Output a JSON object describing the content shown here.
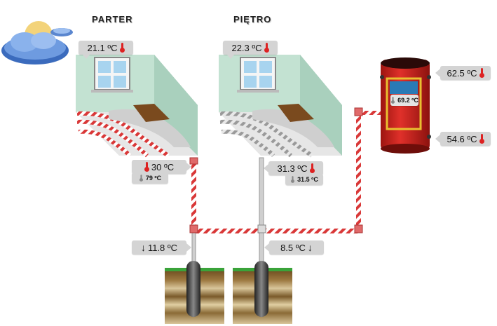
{
  "rooms": {
    "parter": {
      "title": "PARTER",
      "room_temp": "21.1 ºC",
      "floor_temp": "30 ºC",
      "return_temp": "79 ºC"
    },
    "pietro": {
      "title": "PIĘTRO",
      "room_temp": "22.3 ºC",
      "floor_temp": "31.3 ºC",
      "return_temp": "31.5 ºC"
    }
  },
  "tank": {
    "top_temp": "62.5 ºC",
    "middle_temp": "69.2 ºC",
    "bottom_temp": "54.6 ºC"
  },
  "ground_sources": {
    "left_temp": "11.8 ºC",
    "right_temp": "8.5 ºC"
  },
  "colors": {
    "pipe_red": "#d93838",
    "wall_green": "#b8dcc8",
    "tank_red": "#d9251f",
    "label_bg": "#d4d4d4"
  },
  "icons": [
    "weather-cloud-sun-icon",
    "thermometer-icon",
    "down-arrow-icon",
    "window-icon"
  ]
}
